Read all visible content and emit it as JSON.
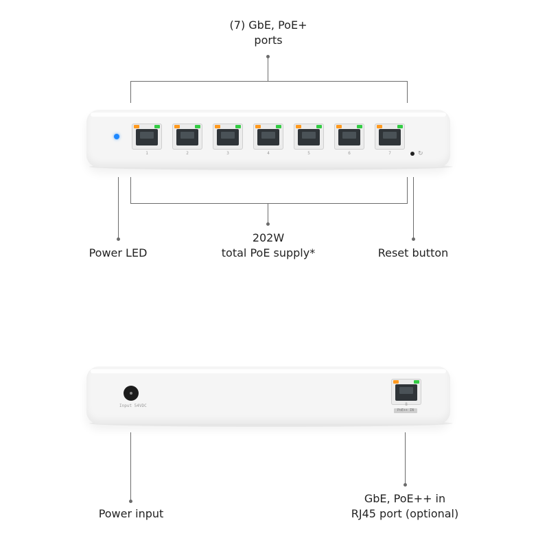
{
  "labels": {
    "ports_line1": "(7) GbE, PoE+",
    "ports_line2": "ports",
    "power_led": "Power LED",
    "supply_line1": "202W",
    "supply_line2": "total PoE supply*",
    "reset_button": "Reset button",
    "power_input": "Power input",
    "uplink_line1": "GbE, PoE++ in",
    "uplink_line2": "RJ45 port (optional)"
  },
  "front_panel": {
    "ports": [
      "1",
      "2",
      "3",
      "4",
      "5",
      "6",
      "7"
    ],
    "power_led_color": "#1e88ff",
    "port_led_colors": [
      "#ff9a1f",
      "#33cc44"
    ]
  },
  "rear_panel": {
    "power_jack_label": "Input 54VDC",
    "uplink_port_number": "8",
    "uplink_tag": "PoE++ IN"
  }
}
